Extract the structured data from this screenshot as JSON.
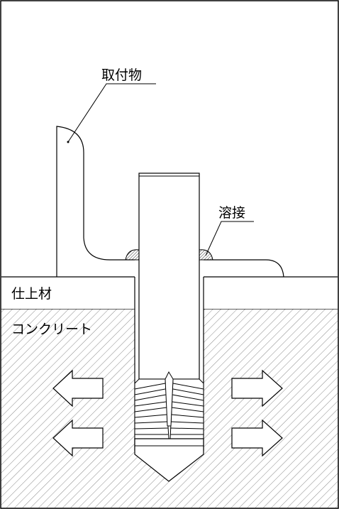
{
  "labels": {
    "attachment": "取付物",
    "weld": "溶接",
    "finish": "仕上材",
    "concrete": "コンクリート"
  },
  "colors": {
    "line": "#000000",
    "background": "#ffffff",
    "hatch": "#8a8a8a"
  },
  "arrows": {
    "direction_left": "left-arrow-icon",
    "direction_right": "right-arrow-icon"
  }
}
